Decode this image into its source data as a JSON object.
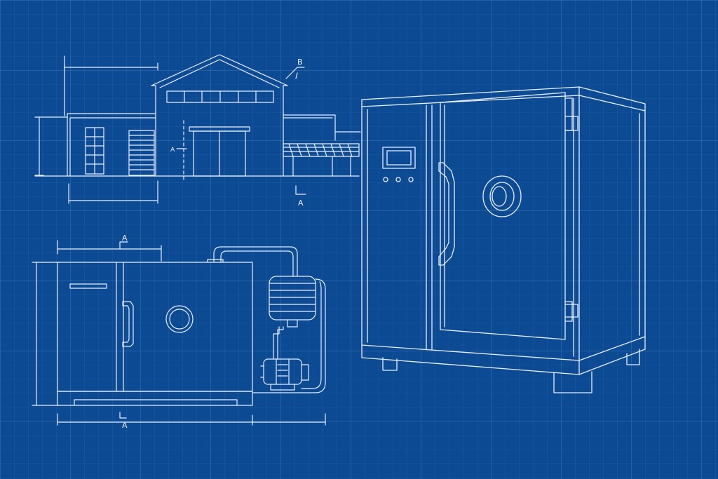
{
  "theme": {
    "background": "#0d4a94",
    "grid_minor": "#2a64a9",
    "grid_major": "#3a75b8",
    "line": "#e8f0fb"
  },
  "drawings": [
    {
      "name": "building-elevation",
      "labels": [
        "B",
        "A",
        "A"
      ]
    },
    {
      "name": "refrigeration-unit-side-view",
      "labels": [
        "A",
        "A"
      ]
    },
    {
      "name": "cold-chamber-cabinet-isometric",
      "labels": []
    }
  ]
}
